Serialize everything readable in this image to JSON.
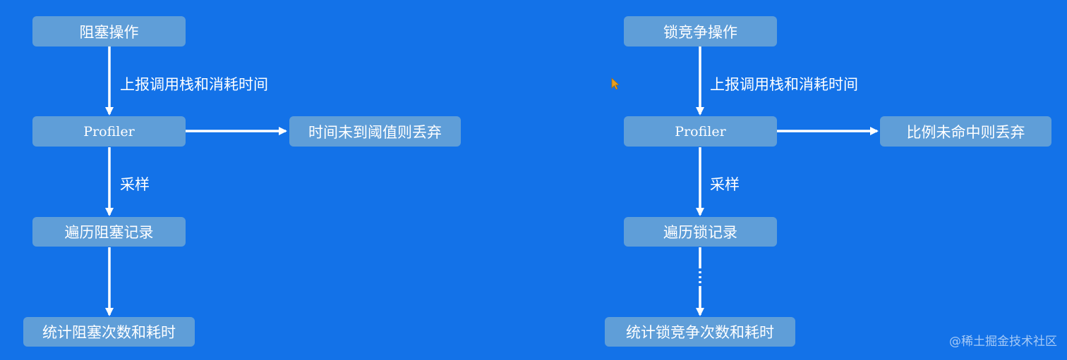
{
  "left_flow": {
    "top_node": "阻塞操作",
    "edge_report": "上报调用栈和消耗时间",
    "profiler": "Profiler",
    "discard_node": "时间未到阈值则丢弃",
    "edge_sample": "采样",
    "traverse_node": "遍历阻塞记录",
    "result_node": "统计阻塞次数和耗时"
  },
  "right_flow": {
    "top_node": "锁竞争操作",
    "edge_report": "上报调用栈和消耗时间",
    "profiler": "Profiler",
    "discard_node": "比例未命中则丢弃",
    "edge_sample": "采样",
    "traverse_node": "遍历锁记录",
    "result_node": "统计锁竞争次数和耗时"
  },
  "watermark": "@稀土掘金技术社区",
  "colors": {
    "background": "#1372e8",
    "node_fill": "#5f9ed8",
    "arrow": "#ffffff",
    "cursor": "#e8a020"
  }
}
